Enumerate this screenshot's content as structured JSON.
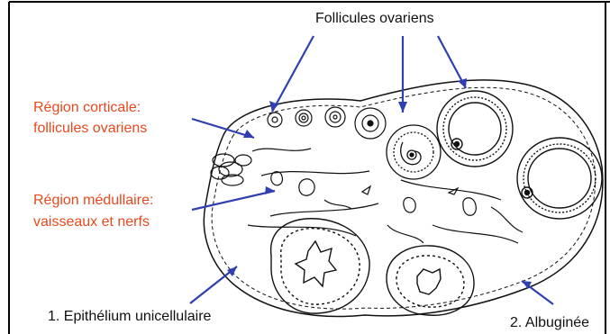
{
  "title": "Follicules ovariens",
  "labels": {
    "cortical_line1": "Région corticale:",
    "cortical_line2": "follicules ovariens",
    "medullary_line1": "Région médullaire:",
    "medullary_line2": "vaisseaux et nerfs",
    "epithelium": "1. Epithélium unicellulaire",
    "albuginea": "2. Albuginée"
  },
  "colors": {
    "label_red": "#e8491d",
    "arrow_blue": "#2f3fb0",
    "ink": "#111111"
  }
}
